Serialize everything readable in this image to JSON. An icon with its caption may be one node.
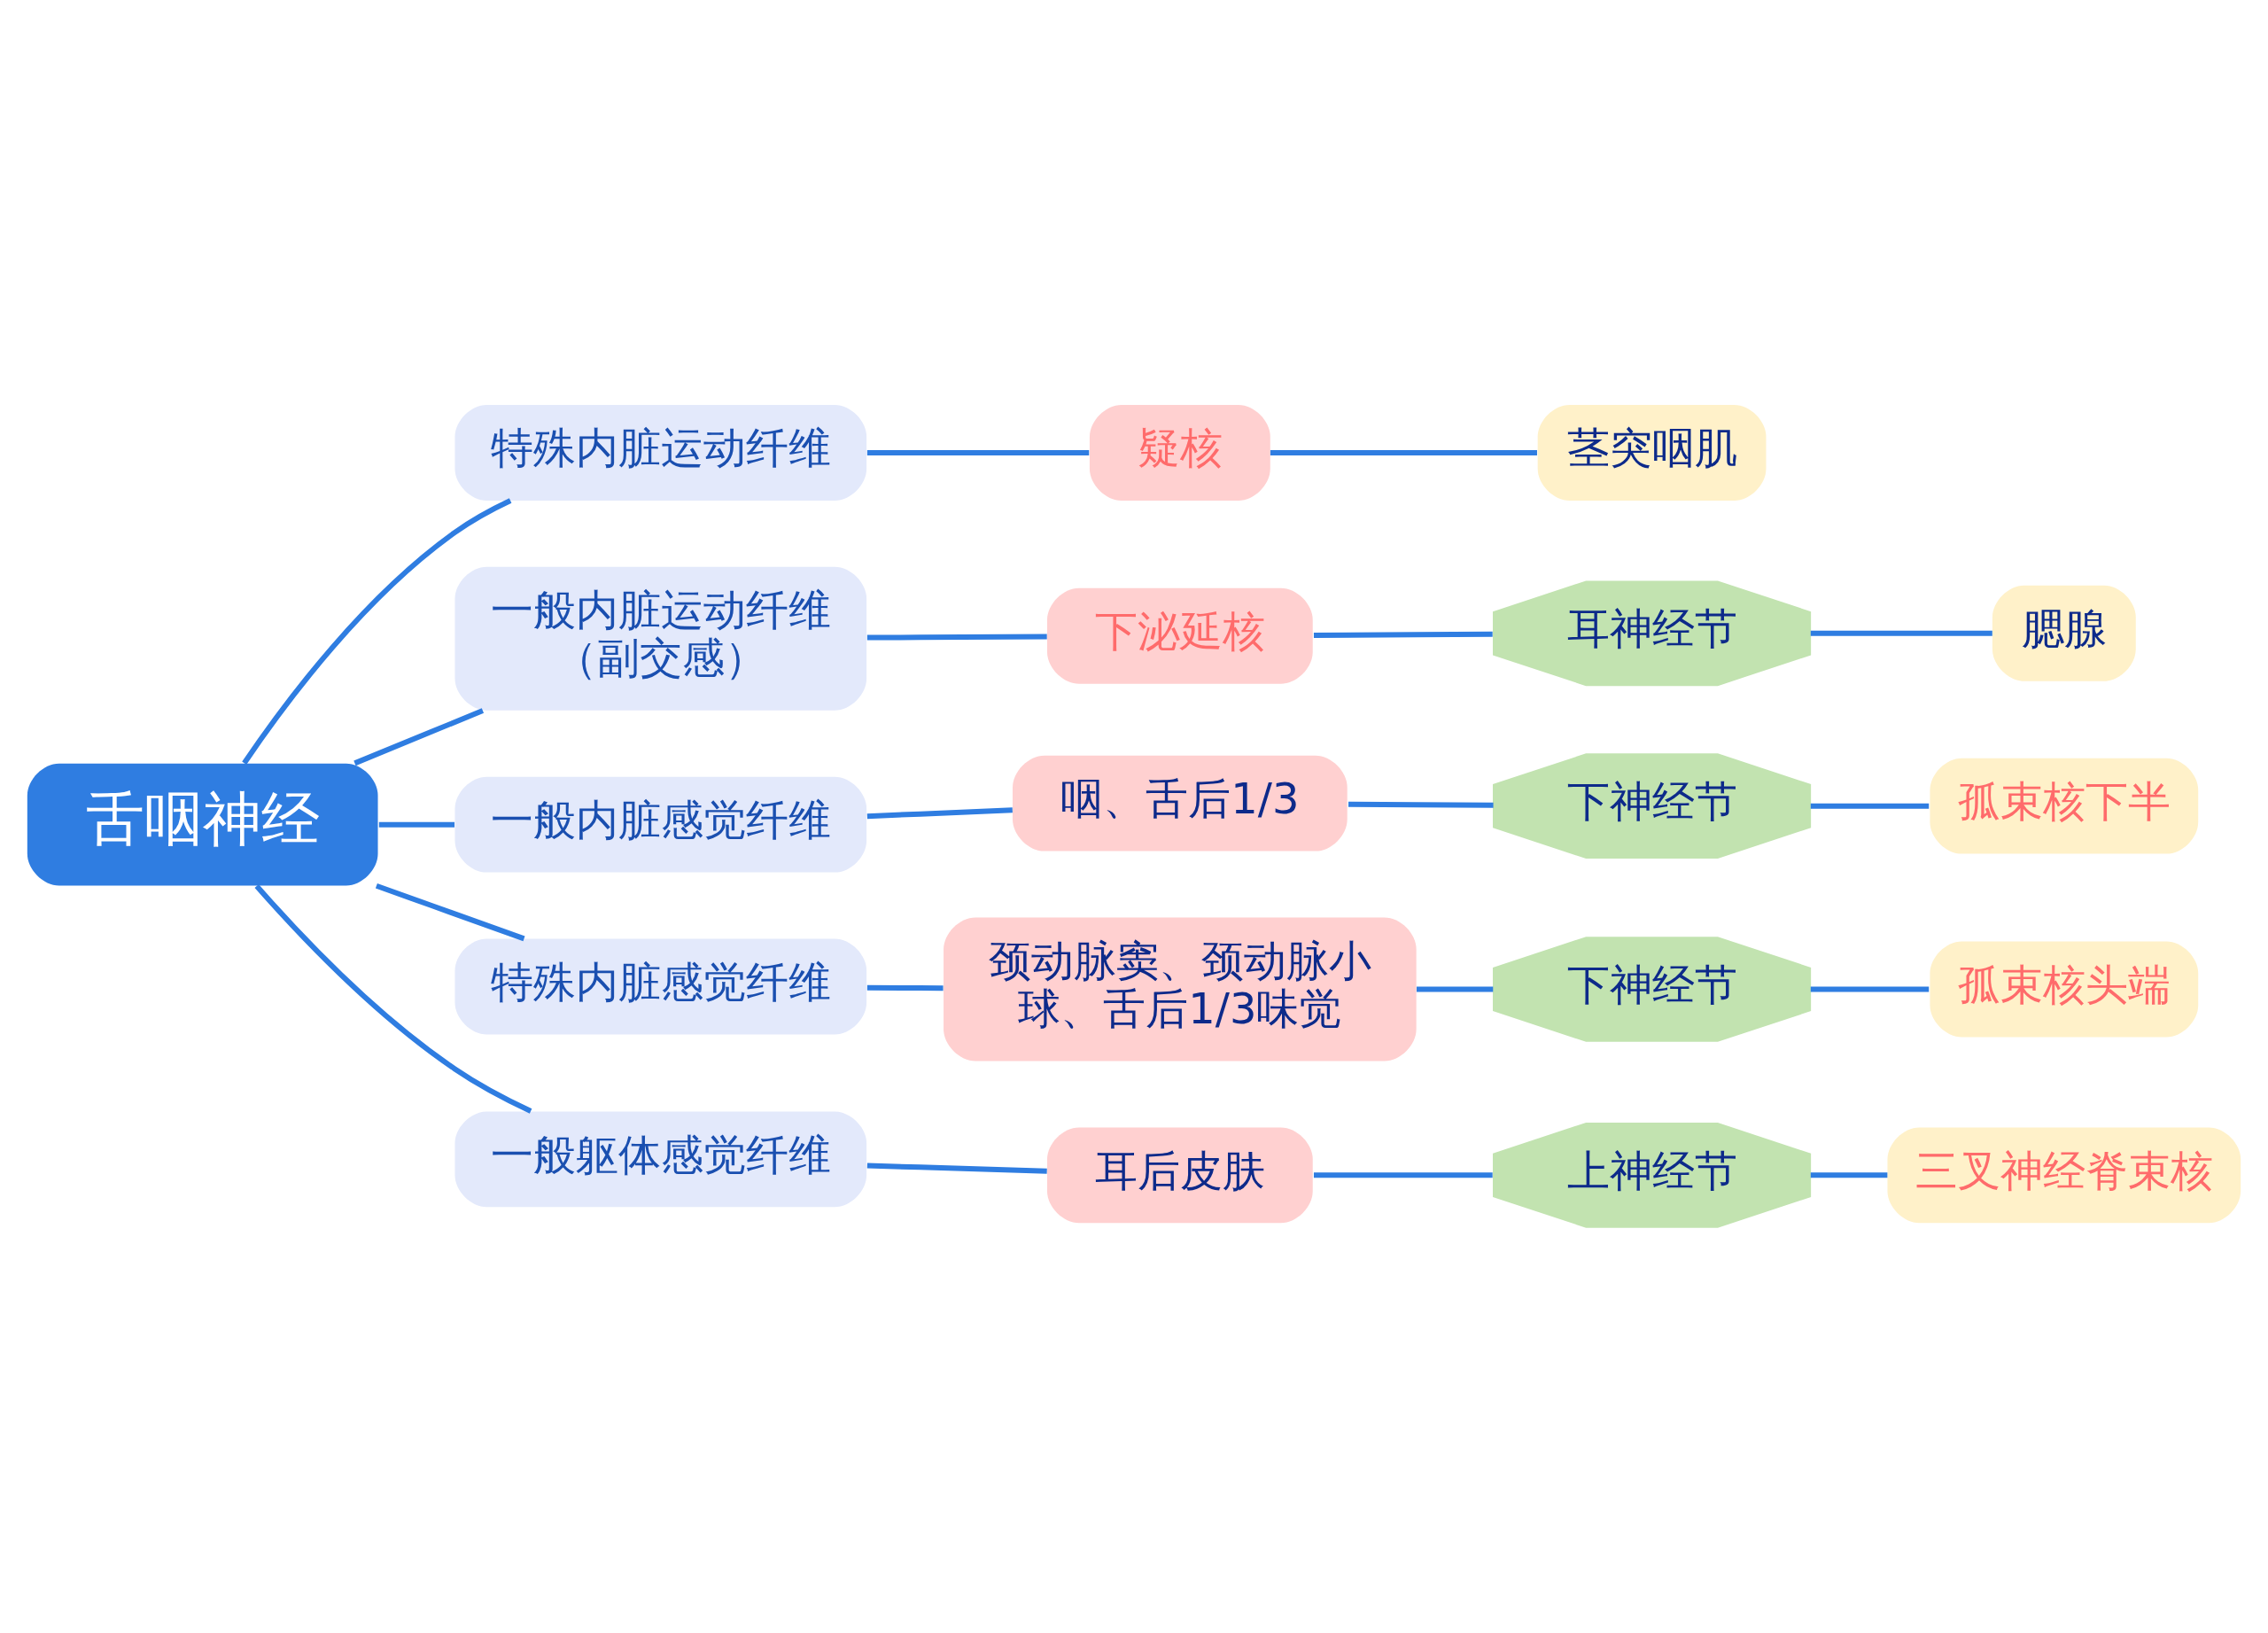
{
  "diagram": {
    "nodes": [
      {
        "text": [
          "舌咽神经"
        ]
      },
      {
        "text": [
          "特殊内脏运动纤维"
        ]
      },
      {
        "text": [
          "疑核"
        ]
      },
      {
        "text": [
          "茎突咽肌"
        ]
      },
      {
        "text": [
          "一般内脏运动纤维（副交感）"
        ]
      },
      {
        "text": [
          "下泌延核"
        ]
      },
      {
        "text": [
          "耳神经节"
        ]
      },
      {
        "text": [
          "腮腺"
        ]
      },
      {
        "text": [
          "一般内脏感觉纤维"
        ]
      },
      {
        "text": [
          "咽、舌后1/3"
        ]
      },
      {
        "text": [
          "下神经节"
        ]
      },
      {
        "text": [
          "孤束核下半"
        ]
      },
      {
        "text": [
          "特殊内脏感觉纤维"
        ]
      },
      {
        "text": [
          "颈动脉窦、颈动脉小球、舌后1/3味觉"
        ]
      },
      {
        "text": [
          "下神经节"
        ]
      },
      {
        "text": [
          "孤束核头端"
        ]
      },
      {
        "text": [
          "一般躯体感觉纤维"
        ]
      },
      {
        "text": [
          "耳后皮肤"
        ]
      },
      {
        "text": [
          "上神经节"
        ]
      },
      {
        "text": [
          "三叉神经脊束核"
        ]
      }
    ],
    "edges": [
      {
        "from": 0,
        "to": 1,
        "arrow": "none"
      },
      {
        "from": 1,
        "to": 2,
        "arrow": "none"
      },
      {
        "from": 2,
        "to": 3,
        "arrow": "none"
      },
      {
        "from": 0,
        "to": 4,
        "arrow": "none"
      },
      {
        "from": 4,
        "to": 5,
        "arrow": "none"
      },
      {
        "from": 5,
        "to": 6,
        "arrow": "none"
      },
      {
        "from": 6,
        "to": 7,
        "arrow": "none"
      },
      {
        "from": 0,
        "to": 8,
        "arrow": "none"
      },
      {
        "from": 8,
        "to": 9,
        "arrow": "none"
      },
      {
        "from": 9,
        "to": 10,
        "arrow": "none"
      },
      {
        "from": 10,
        "to": 11,
        "arrow": "none"
      },
      {
        "from": 0,
        "to": 12,
        "arrow": "none"
      },
      {
        "from": 12,
        "to": 13,
        "arrow": "none"
      },
      {
        "from": 13,
        "to": 14,
        "arrow": "none"
      },
      {
        "from": 14,
        "to": 15,
        "arrow": "none"
      },
      {
        "from": 0,
        "to": 16,
        "arrow": "none"
      },
      {
        "from": 16,
        "to": 17,
        "arrow": "none"
      },
      {
        "from": 17,
        "to": 18,
        "arrow": "none"
      },
      {
        "from": 18,
        "to": 19,
        "arrow": "none"
      }
    ]
  }
}
